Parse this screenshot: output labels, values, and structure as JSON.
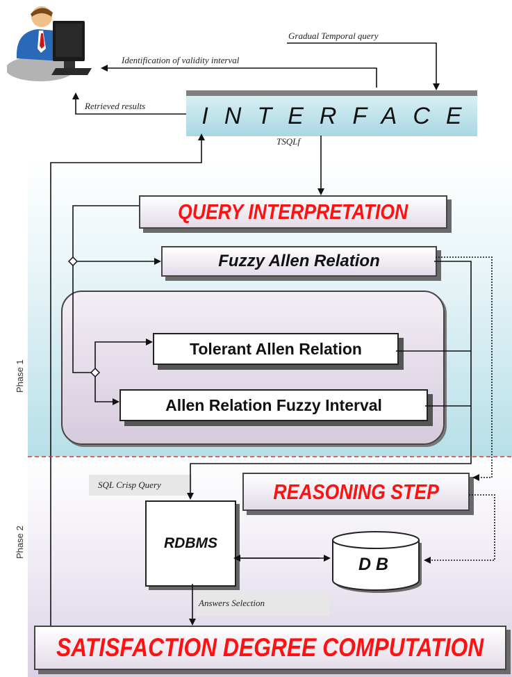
{
  "phases": {
    "phase1": "Phase 1",
    "phase2": "Phase 2"
  },
  "interface": {
    "label": "INTERFACE"
  },
  "arrows": {
    "gradual_temporal_query": "Gradual Temporal query",
    "identification_validity": "Identification of validity interval",
    "retrieved_results": "Retrieved results",
    "tsqlf": "TSQLf",
    "sql_crisp_query": "SQL Crisp Query",
    "answers_selection": "Answers Selection"
  },
  "boxes": {
    "query_interpretation": "QUERY INTERPRETATION",
    "fuzzy_allen_relation": "Fuzzy Allen Relation",
    "tolerant_allen_relation": "Tolerant Allen Relation",
    "allen_relation_fuzzy_interval": "Allen Relation Fuzzy Interval",
    "reasoning_step": "REASONING STEP",
    "rdbms": "RDBMS",
    "db": "D B",
    "satisfaction_degree_computation": "SATISFACTION DEGREE COMPUTATION"
  },
  "icons": {
    "user": "user-at-computer-icon",
    "database": "database-cylinder-icon"
  },
  "colors": {
    "accent_red": "#ff1111",
    "phase_divider": "#e03030"
  }
}
